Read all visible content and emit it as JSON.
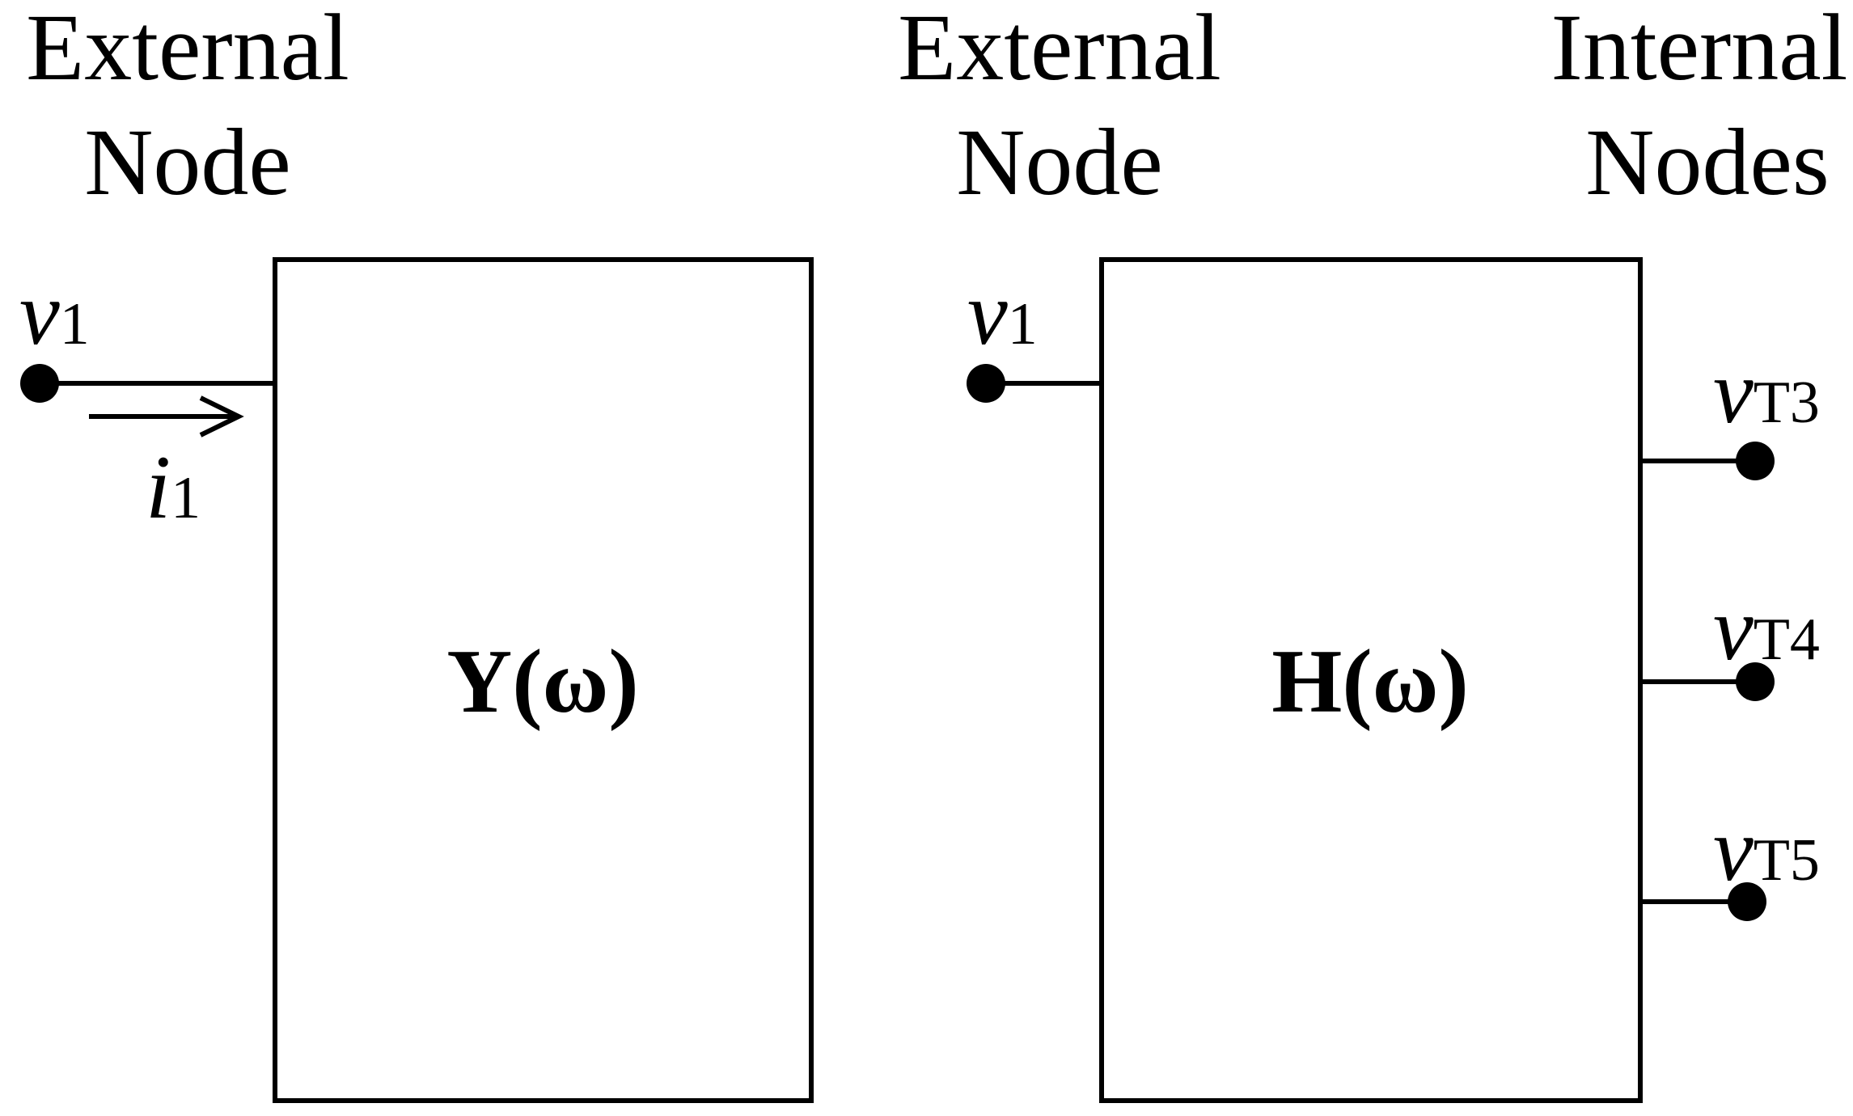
{
  "left_panel": {
    "header_line1": "External",
    "header_line2": "Node",
    "voltage_symbol": "v",
    "voltage_subscript": "1",
    "current_symbol": "i",
    "current_subscript": "1",
    "block_label": "Y(ω)"
  },
  "right_panel": {
    "external_header_line1": "External",
    "external_header_line2": "Node",
    "internal_header_line1": "Internal",
    "internal_header_line2": "Nodes",
    "voltage_symbol": "v",
    "voltage_subscript": "1",
    "block_label": "H(ω)",
    "outputs": [
      {
        "symbol": "v",
        "subscript": "T3"
      },
      {
        "symbol": "v",
        "subscript": "T4"
      },
      {
        "symbol": "v",
        "subscript": "T5"
      }
    ]
  },
  "colors": {
    "ink": "#000000",
    "background": "#ffffff"
  }
}
